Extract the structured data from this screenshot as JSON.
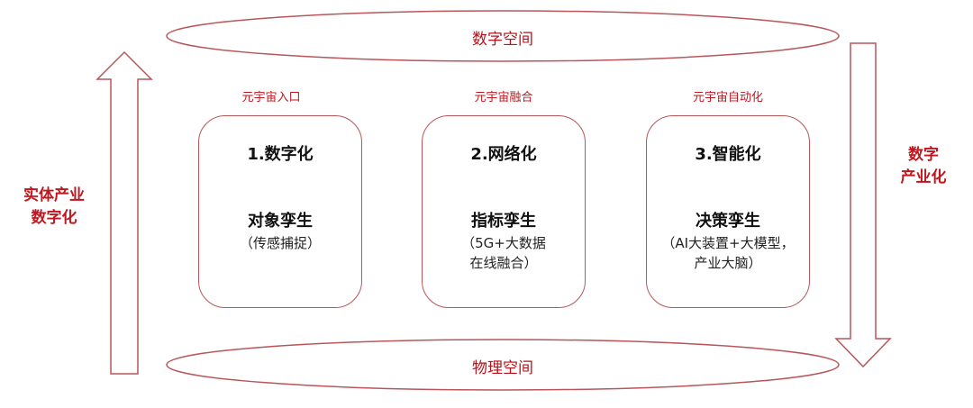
{
  "top_ellipse": {
    "label": "数字空间"
  },
  "bottom_ellipse": {
    "label": "物理空间"
  },
  "left_arrow": {
    "label_line1": "实体产业",
    "label_line2": "数字化"
  },
  "right_arrow": {
    "label_line1": "数字",
    "label_line2": "产业化"
  },
  "stages": [
    {
      "stage_label": "元宇宙入口",
      "title": "1.数字化",
      "subtitle": "对象孪生",
      "detail": "（传感捕捉）"
    },
    {
      "stage_label": "元宇宙融合",
      "title": "2.网络化",
      "subtitle": "指标孪生",
      "detail": "（5G+大数据\n在线融合）"
    },
    {
      "stage_label": "元宇宙自动化",
      "title": "3.智能化",
      "subtitle": "决策孪生",
      "detail": "（AI大装置+大模型，\n产业大脑）"
    }
  ],
  "colors": {
    "accent": "#c0161e",
    "border": "#b8565a"
  }
}
